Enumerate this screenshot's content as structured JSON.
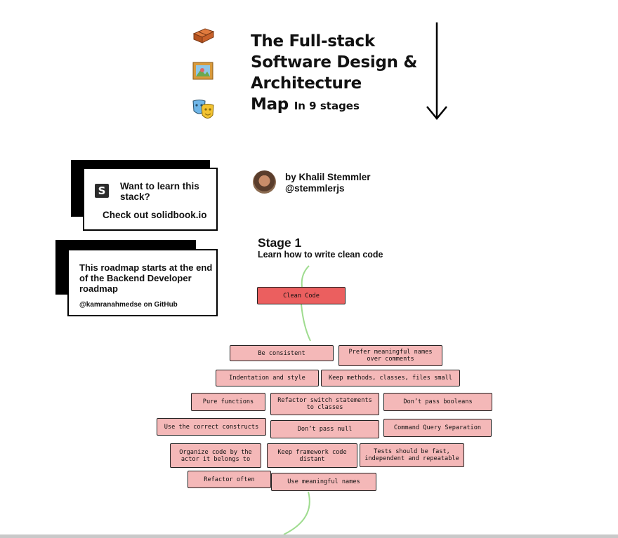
{
  "title": {
    "line1": "The Full-stack",
    "line2": "Software Design &",
    "line3": "Architecture",
    "line4": "Map",
    "sub": "In 9 stages"
  },
  "emojis": [
    "bricks-icon",
    "framed-picture-icon",
    "performing-arts-icon"
  ],
  "promo_card": {
    "logo_letter": "S",
    "title": "Want to learn this stack?",
    "link": "Check out solidbook.io"
  },
  "roadmap_card": {
    "text": "This roadmap starts at the end of the Backend Developer roadmap",
    "handle": "@kamranahmedse on GitHub"
  },
  "author": {
    "name": "by Khalil Stemmler",
    "handle": "@stemmlerjs"
  },
  "stage": {
    "title": "Stage 1",
    "subtitle": "Learn how to write clean code"
  },
  "main_node": "Clean Code",
  "nodes": [
    "Be consistent",
    "Prefer meaningful names over comments",
    "Indentation and style",
    "Keep methods, classes, files small",
    "Pure functions",
    "Refactor switch statements to classes",
    "Don’t pass booleans",
    "Use the correct constructs",
    "Don’t pass null",
    "Command Query Separation",
    "Organize code by the actor it belongs to",
    "Keep framework code distant",
    "Tests should be fast, independent and repeatable",
    "Refactor often",
    "Use meaningful names"
  ],
  "colors": {
    "main_node": "#eb5f5f",
    "sub_node": "#f4b8b8",
    "connector": "#9fdc8f"
  }
}
